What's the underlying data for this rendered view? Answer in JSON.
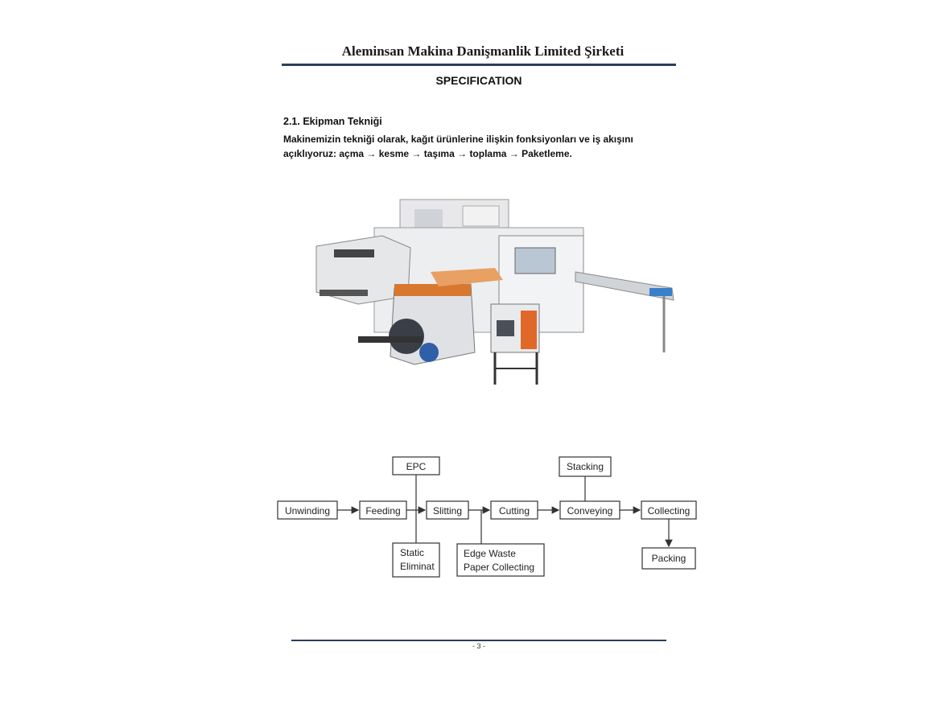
{
  "header": {
    "company": "Aleminsan Makina Danişmanlik Limited Şirketi",
    "title": "SPECIFICATION"
  },
  "section": {
    "heading": "2.1. Ekipman Tekniği",
    "paragraph_line1": "Makinemizin tekniği olarak, kağıt ürünlerine ilişkin fonksiyonları ve iş akışını",
    "paragraph_line2": "açıklıyoruz: açma → kesme → taşıma → toplama → Paketleme."
  },
  "flow": {
    "unwinding": "Unwinding",
    "feeding": "Feeding",
    "slitting": "Slitting",
    "cutting": "Cutting",
    "conveying": "Conveying",
    "collecting": "Collecting",
    "packing": "Packing",
    "epc": "EPC",
    "stacking": "Stacking",
    "static_l1": "Static",
    "static_l2": "Eliminat",
    "edge_l1": "Edge Waste",
    "edge_l2": "Paper Collecting"
  },
  "footer": {
    "page_number": "- 3 -"
  },
  "colors": {
    "rule": "#2b3f5c",
    "accent_orange": "#e0692a"
  }
}
